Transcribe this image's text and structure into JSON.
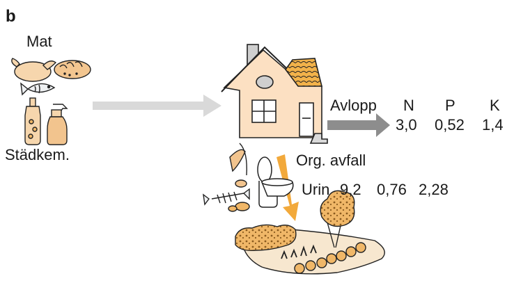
{
  "panel_label": "b",
  "labels": {
    "food": "Mat",
    "cleaning_chemicals": "Städkem.",
    "sewage": "Avlopp",
    "organic_waste": "Org. avfall",
    "urine": "Urin"
  },
  "nutrient_headers": [
    "N",
    "P",
    "K"
  ],
  "sewage_values": [
    "3,0",
    "0,52",
    "1,4"
  ],
  "urine_values": [
    "9,2",
    "0,76",
    "2,28"
  ],
  "colors": {
    "house_wall": "#fce0c2",
    "roof_tiles": "#f2b24a",
    "orange_arrow": "#f2a93b",
    "gray_arrow": "#8d8d8d",
    "light_arrow": "#d9d9d9",
    "food_fill": "#f6d6ad",
    "field": "#f7e7cf",
    "crops": "#f0b768"
  },
  "icons": [
    "food-icon",
    "cleaning-bottles-icon",
    "house-icon",
    "organic-waste-icon",
    "toilet-icon",
    "garden-field-icon"
  ]
}
